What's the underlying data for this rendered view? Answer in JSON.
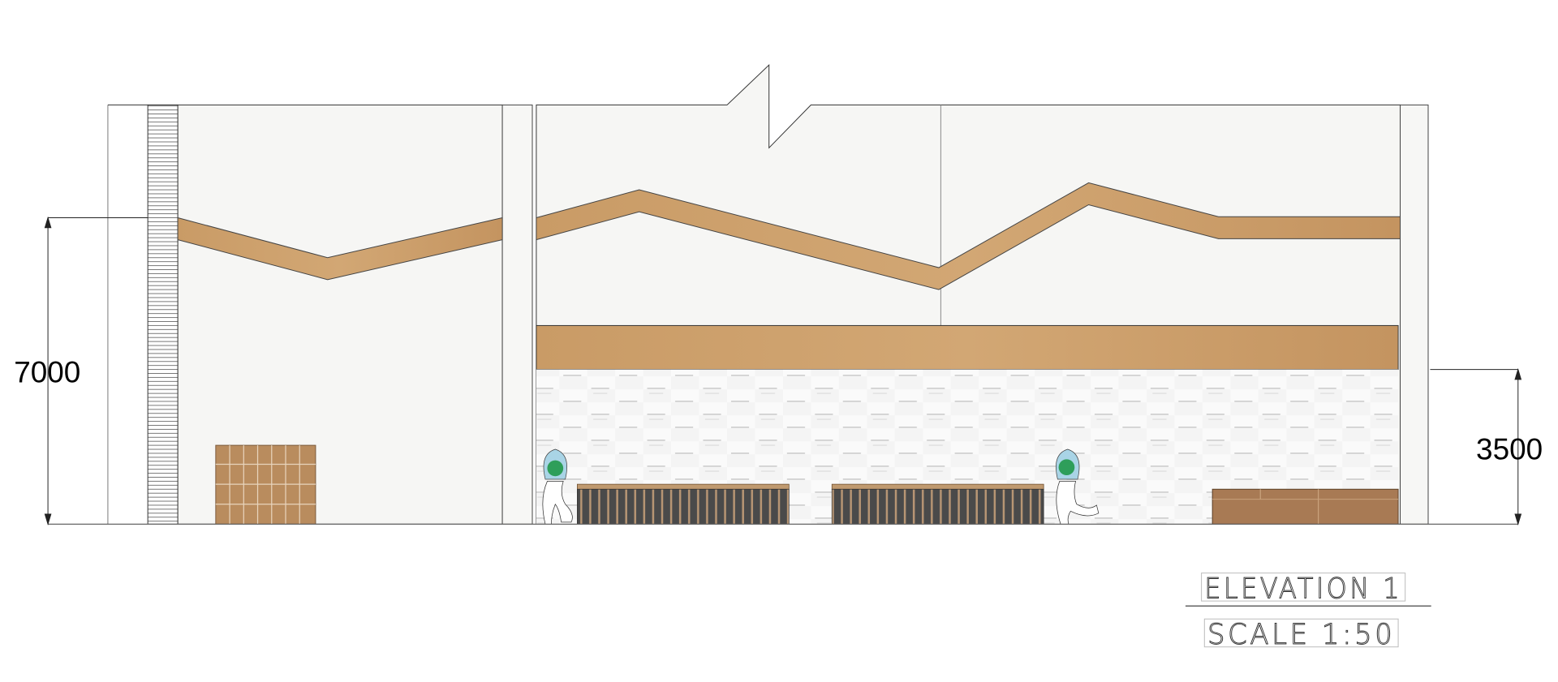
{
  "drawing": {
    "title": "ELEVATION 1",
    "scale": "SCALE 1:50",
    "dimensions": {
      "overall_height": "7000",
      "lower_height": "3500"
    }
  },
  "colors": {
    "wood": "#c89a64",
    "wall": "#f6f6f4",
    "tile": "#f0f0f0",
    "bench": "#4a4a4a",
    "plant": "#2e9e5a",
    "glass": "#a9d4e6",
    "line": "#222222"
  }
}
